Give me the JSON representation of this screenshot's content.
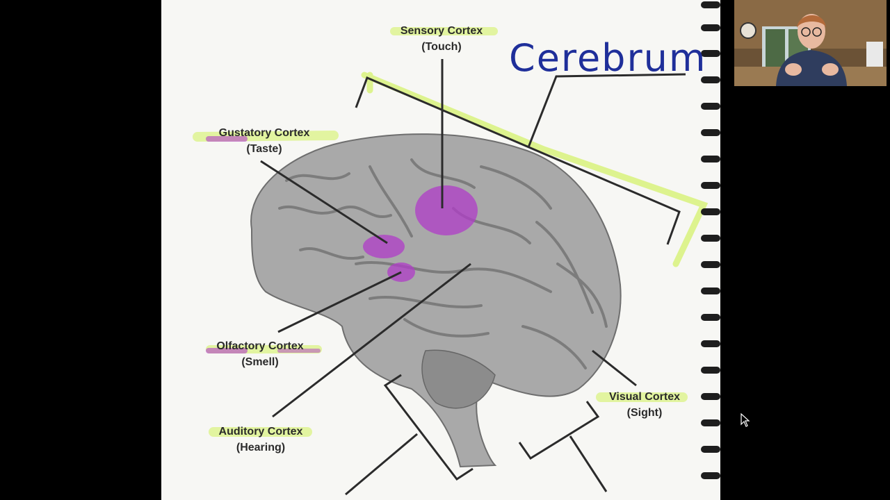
{
  "page": {
    "handwritten_title": "Cerebrum",
    "labels": [
      {
        "name": "Sensory Cortex",
        "sub": "(Touch)"
      },
      {
        "name": "Gustatory Cortex",
        "sub": "(Taste)"
      },
      {
        "name": "Olfactory Cortex",
        "sub": "(Smell)"
      },
      {
        "name": "Auditory Cortex",
        "sub": "(Hearing)"
      },
      {
        "name": "Visual Cortex",
        "sub": "(Sight)"
      }
    ]
  },
  "colors": {
    "highlight_green": "#c8f03a",
    "highlight_purple": "#b03cc8",
    "ink_blue": "#1f2f9a",
    "brain_gray": "#9a9a9a"
  }
}
